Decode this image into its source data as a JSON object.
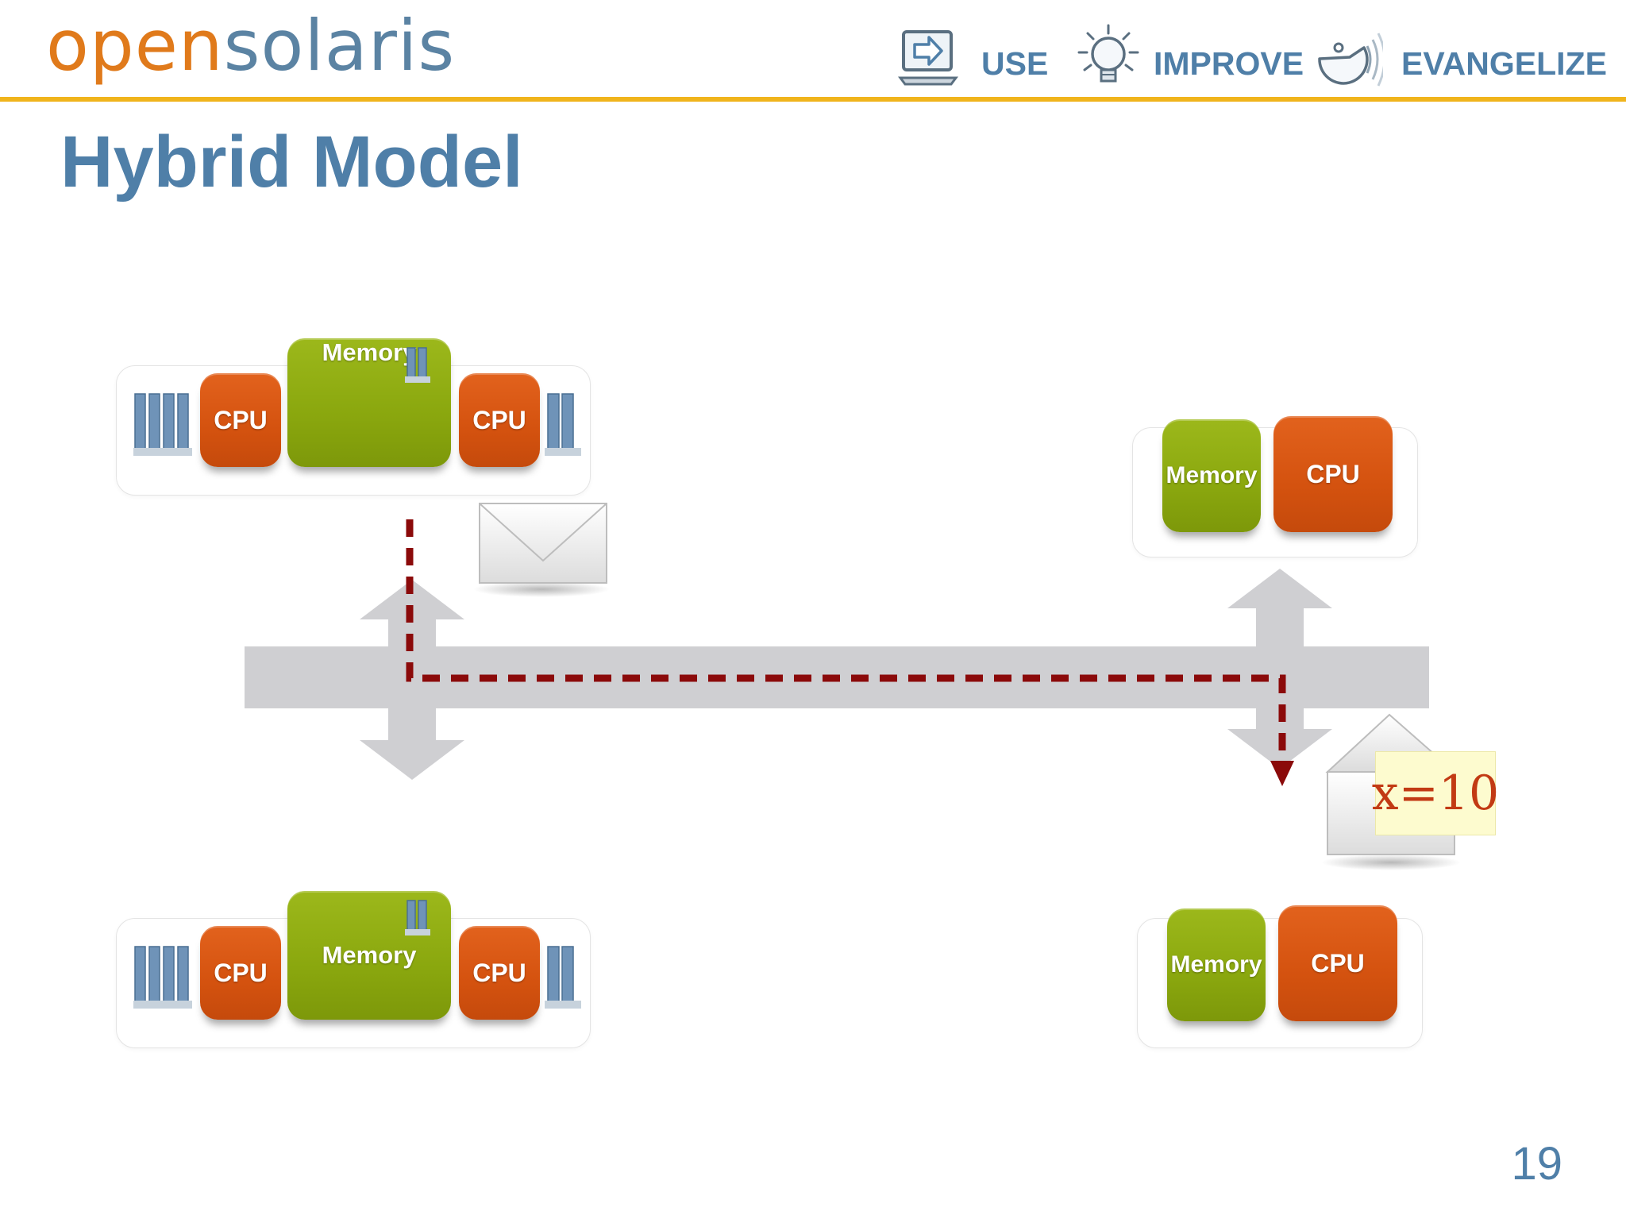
{
  "header": {
    "logo_open": "open",
    "logo_solaris": "solaris",
    "nav": [
      {
        "label": "USE",
        "icon": "monitor-arrow-icon"
      },
      {
        "label": "IMPROVE",
        "icon": "lightbulb-icon"
      },
      {
        "label": "EVANGELIZE",
        "icon": "speaker-face-icon"
      }
    ]
  },
  "slide": {
    "title": "Hybrid Model",
    "page_number": "19"
  },
  "nodes": {
    "top_left": {
      "cpu_left": "CPU",
      "memory": "Memory",
      "cpu_right": "CPU"
    },
    "bottom_left": {
      "cpu_left": "CPU",
      "memory": "Memory",
      "cpu_right": "CPU"
    },
    "top_right": {
      "memory": "Memory",
      "cpu": "CPU"
    },
    "bottom_right": {
      "memory": "Memory",
      "cpu": "CPU"
    }
  },
  "message": {
    "payload": "x=10"
  },
  "colors": {
    "accent_rule": "#f0b41c",
    "title_blue": "#4f7fa8",
    "logo_orange": "#e07a1b",
    "cpu_orange": "#d4520f",
    "memory_green": "#8aa70e",
    "bus_gray": "#cfcfd2",
    "message_path": "#8b0a0a"
  }
}
